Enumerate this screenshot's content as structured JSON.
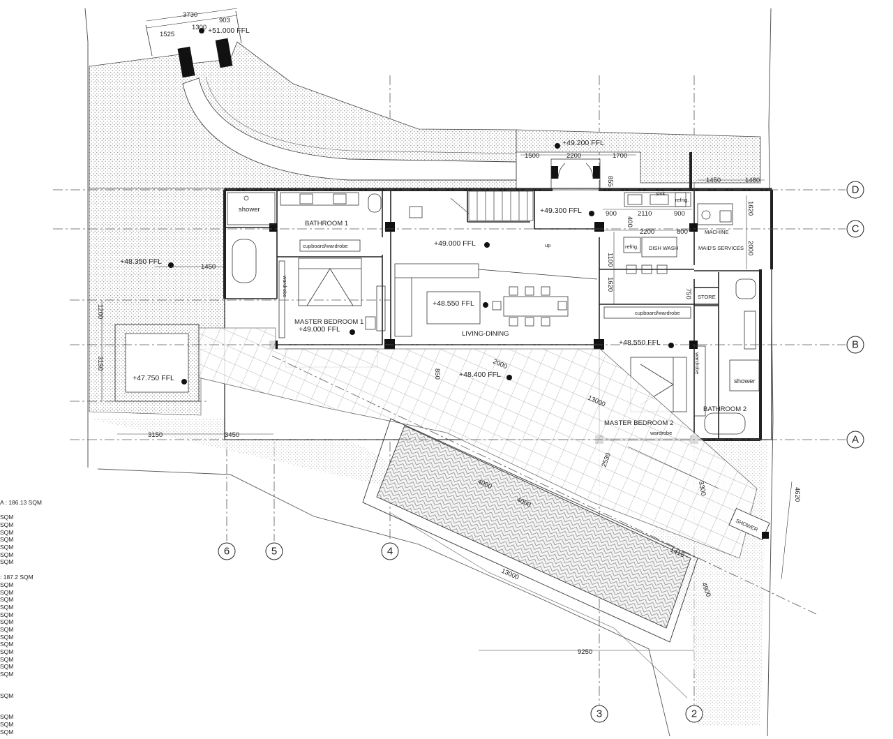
{
  "grid": {
    "rows": [
      "D",
      "C",
      "B",
      "A"
    ],
    "columns": [
      "6",
      "5",
      "4",
      "3",
      "2"
    ]
  },
  "rooms": {
    "shower_master": "shower",
    "bathroom_1": "BATHROOM 1",
    "cupboard_1": "cupboard/wardrobe",
    "master_bedroom_1": "MASTER BEDROOM 1",
    "wardrobe_1": "wardrobe",
    "living_dining": "LIVING-DINING",
    "kitchen_sink": "sink",
    "fridge_top": "refrig.",
    "fridge_low": "refrig.",
    "dish_wash": "DISH WASH",
    "machine": "MACHINE",
    "maids_services": "MAID'S SERVICES",
    "store": "STORE",
    "cupboard_2": "cupboard/wardrobe",
    "wardrobe_2": "wardrobe",
    "shower_2": "shower",
    "bathroom_2": "BATHROOM 2",
    "master_bedroom_2": "MASTER BEDROOM 2",
    "wardrobe_3": "wardrobe",
    "pool_shower": "SHOWER",
    "up": "up"
  },
  "levels": {
    "gate": "+51.000 FFL",
    "entrance": "+49.200 FFL",
    "landing": "+49.300 FFL",
    "living": "+49.000 FFL",
    "dining": "+48.550 FFL",
    "bedroom_1": "+49.000 FFL",
    "terrace_left": "+48.350 FFL",
    "lower_terrace": "+47.750 FFL",
    "bedroom_2": "+48.550 FFL",
    "pool_deck": "+48.400 FFL"
  },
  "dimensions": {
    "gate_total": "3730",
    "gate_left": "1525",
    "gate_mid": "1300",
    "gate_right": "903",
    "entry_left": "1500",
    "entry_mid": "2200",
    "entry_right": "1700",
    "entry_vert": "855",
    "maid_left": "1450",
    "maid_right": "1480",
    "kitchen_a": "900",
    "kitchen_b": "2110",
    "kitchen_c": "900",
    "kitchen_d": "2200",
    "kitchen_e": "800",
    "kitchen_v1": "400",
    "kitchen_v2": "1100",
    "kitchen_v3": "1620",
    "maid_v1": "1620",
    "maid_v2": "2000",
    "store_v": "750",
    "left_h": "1450",
    "left_v1": "1200",
    "left_v2": "3150",
    "bottom_left": "3150",
    "bottom_mid": "3450",
    "deck_a": "2000",
    "deck_v": "850",
    "pool_diag": "13000",
    "pool_len": "13000",
    "pool_w": "4000",
    "deck_b": "2530",
    "deck_c": "3300",
    "deck_d": "4000",
    "deck_e": "1410",
    "right_v": "4620",
    "right_v2": "4900",
    "bottom_run": "9250"
  },
  "areas": [
    "A : 186.13 SQM",
    "SQM",
    "SQM",
    "SQM",
    "SQM",
    "SQM",
    "SQM",
    "SQM",
    ": 187.2 SQM",
    "SQM",
    "SQM",
    "SQM",
    "SQM",
    "SQM",
    "SQM",
    "SQM",
    "SQM",
    "SQM",
    "SQM",
    "SQM",
    "SQM",
    "SQM",
    "SQM",
    "SQM",
    "SQM",
    "SQM",
    "SQM"
  ]
}
